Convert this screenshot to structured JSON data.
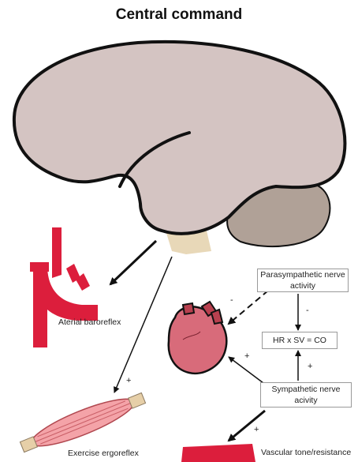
{
  "title": "Central command",
  "boxes": {
    "parasympathetic": "Parasympathetic nerve activity",
    "equation": "HR x SV = CO",
    "sympathetic": "Sympathetic nerve acivity"
  },
  "labels": {
    "baroreflex": "Aterial baroreflex",
    "ergoreflex": "Exercise ergoreflex",
    "vascular": "Vascular tone/resistance"
  },
  "signs": {
    "para_to_heart": "-",
    "para_to_equation": "-",
    "symp_to_heart": "+",
    "symp_to_equation": "+",
    "brain_to_muscle": "+",
    "symp_to_vessel": "+"
  },
  "colors": {
    "brain": "#d4c4c2",
    "cerebellum": "#b0a197",
    "brainstem": "#e8d8b8",
    "artery": "#dc1e3c",
    "heart": "#d86b7a",
    "muscle": "#f4a3a8"
  }
}
